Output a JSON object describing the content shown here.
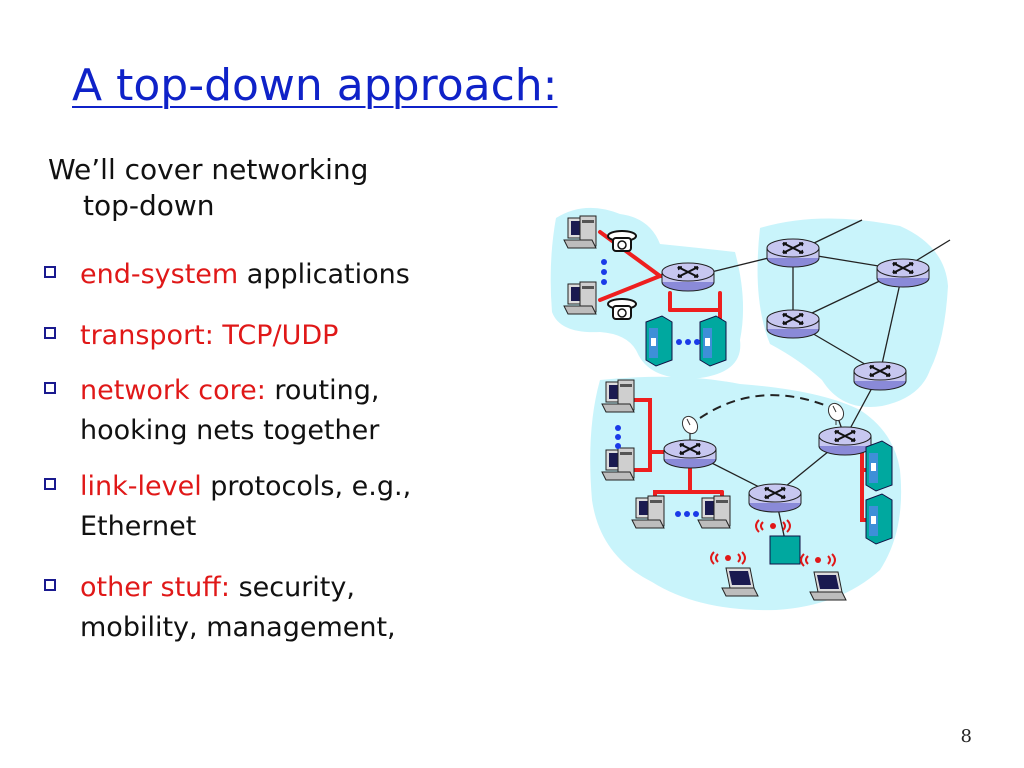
{
  "slide": {
    "title": "A top-down approach:",
    "intro_line1": "We’ll cover networking",
    "intro_line2": "top-down",
    "bullets": [
      {
        "highlight": "end-system",
        "rest1": " applications",
        "rest2": ""
      },
      {
        "highlight": "transport: TCP/UDP",
        "rest1": "",
        "rest2": ""
      },
      {
        "highlight": "network core:",
        "rest1": " routing,",
        "rest2": "hooking nets together"
      },
      {
        "highlight": "link-level",
        "rest1": " protocols, e.g.,",
        "rest2": "Ethernet"
      },
      {
        "highlight": "other stuff:",
        "rest1": " security,",
        "rest2": "mobility, management,"
      }
    ],
    "page_number": "8"
  },
  "colors": {
    "title": "#0f22c8",
    "highlight": "#e01818",
    "region_fill": "#c9f4fb",
    "link": "#ee1f1f",
    "router": "#c7c7f0",
    "server": "#00a89f"
  },
  "diagram": {
    "nodes": [
      {
        "id": "host-1",
        "kind": "desktop-icon"
      },
      {
        "id": "host-2",
        "kind": "desktop-icon"
      },
      {
        "id": "phone-1",
        "kind": "telephone-icon"
      },
      {
        "id": "phone-2",
        "kind": "telephone-icon"
      },
      {
        "id": "router-home",
        "kind": "router-icon"
      },
      {
        "id": "server-1",
        "kind": "server-icon"
      },
      {
        "id": "server-2",
        "kind": "server-icon"
      },
      {
        "id": "router-core-1",
        "kind": "router-icon"
      },
      {
        "id": "router-core-2",
        "kind": "router-icon"
      },
      {
        "id": "router-core-3",
        "kind": "router-icon"
      },
      {
        "id": "router-core-4",
        "kind": "router-icon"
      },
      {
        "id": "host-3",
        "kind": "desktop-icon"
      },
      {
        "id": "host-4",
        "kind": "desktop-icon"
      },
      {
        "id": "host-5",
        "kind": "desktop-icon"
      },
      {
        "id": "host-6",
        "kind": "desktop-icon"
      },
      {
        "id": "router-ent-1",
        "kind": "router-icon"
      },
      {
        "id": "router-ent-2",
        "kind": "router-icon"
      },
      {
        "id": "router-ent-3",
        "kind": "router-icon"
      },
      {
        "id": "server-3",
        "kind": "server-icon"
      },
      {
        "id": "server-4",
        "kind": "server-icon"
      },
      {
        "id": "access-point",
        "kind": "access-point-icon"
      },
      {
        "id": "laptop-1",
        "kind": "laptop-icon"
      },
      {
        "id": "laptop-2",
        "kind": "laptop-icon"
      },
      {
        "id": "dish-1",
        "kind": "satellite-dish-icon"
      },
      {
        "id": "dish-2",
        "kind": "satellite-dish-icon"
      }
    ]
  }
}
